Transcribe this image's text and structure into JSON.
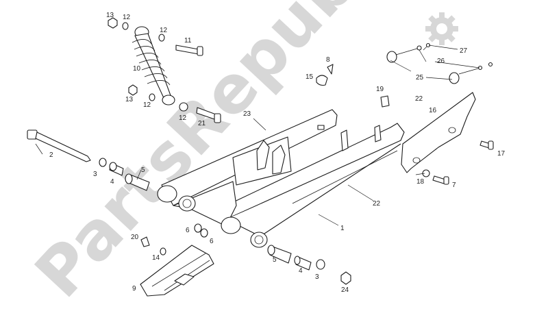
{
  "watermark": {
    "text": "PartsRepublik",
    "color": "#d4d4d4",
    "logo": "gear-icon"
  },
  "labels": [
    {
      "id": "13a",
      "text": "13"
    },
    {
      "id": "12a",
      "text": "12"
    },
    {
      "id": "12b",
      "text": "12"
    },
    {
      "id": "11",
      "text": "11"
    },
    {
      "id": "10",
      "text": "10"
    },
    {
      "id": "13b",
      "text": "13"
    },
    {
      "id": "12c",
      "text": "12"
    },
    {
      "id": "12d",
      "text": "12"
    },
    {
      "id": "21",
      "text": "21"
    },
    {
      "id": "23",
      "text": "23"
    },
    {
      "id": "2",
      "text": "2"
    },
    {
      "id": "3a",
      "text": "3"
    },
    {
      "id": "4a",
      "text": "4"
    },
    {
      "id": "5a",
      "text": "5"
    },
    {
      "id": "8",
      "text": "8"
    },
    {
      "id": "15",
      "text": "15"
    },
    {
      "id": "19",
      "text": "19"
    },
    {
      "id": "22a",
      "text": "22"
    },
    {
      "id": "16",
      "text": "16"
    },
    {
      "id": "27",
      "text": "27"
    },
    {
      "id": "26",
      "text": "26"
    },
    {
      "id": "25",
      "text": "25"
    },
    {
      "id": "17",
      "text": "17"
    },
    {
      "id": "18",
      "text": "18"
    },
    {
      "id": "7",
      "text": "7"
    },
    {
      "id": "22b",
      "text": "22"
    },
    {
      "id": "1",
      "text": "1"
    },
    {
      "id": "20",
      "text": "20"
    },
    {
      "id": "6a",
      "text": "6"
    },
    {
      "id": "6b",
      "text": "6"
    },
    {
      "id": "14",
      "text": "14"
    },
    {
      "id": "9",
      "text": "9"
    },
    {
      "id": "5b",
      "text": "5"
    },
    {
      "id": "4b",
      "text": "4"
    },
    {
      "id": "3b",
      "text": "3"
    },
    {
      "id": "24",
      "text": "24"
    }
  ]
}
